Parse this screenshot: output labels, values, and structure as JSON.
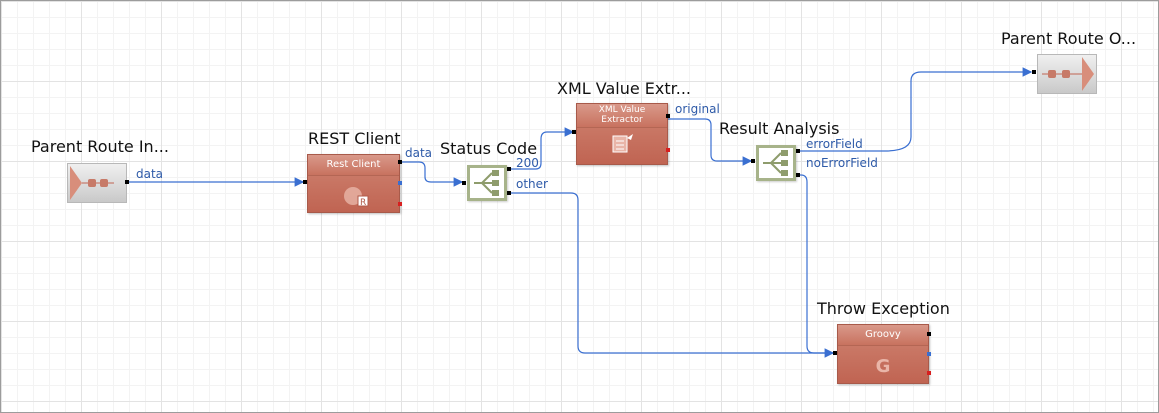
{
  "nodes": {
    "parent_route_in": {
      "label": "Parent Route In..."
    },
    "rest_client": {
      "label": "REST Client",
      "inner_label": "Rest Client"
    },
    "status_code": {
      "label": "Status Code"
    },
    "xml_value_extractor": {
      "label": "XML Value Extr...",
      "inner_label_line1": "XML Value",
      "inner_label_line2": "Extractor"
    },
    "result_analysis": {
      "label": "Result Analysis"
    },
    "parent_route_out": {
      "label": "Parent Route O..."
    },
    "throw_exception": {
      "label": "Throw Exception",
      "inner_label": "Groovy"
    }
  },
  "ports": {
    "in_data": "data",
    "rest_data": "data",
    "status_200": "200",
    "status_other": "other",
    "xml_original": "original",
    "result_error": "errorField",
    "result_no_error": "noErrorField"
  },
  "colors": {
    "wire": "#3a6fd1",
    "component": "#c8725f",
    "gate": "#a7b38a",
    "port_text": "#2e5aa8"
  }
}
